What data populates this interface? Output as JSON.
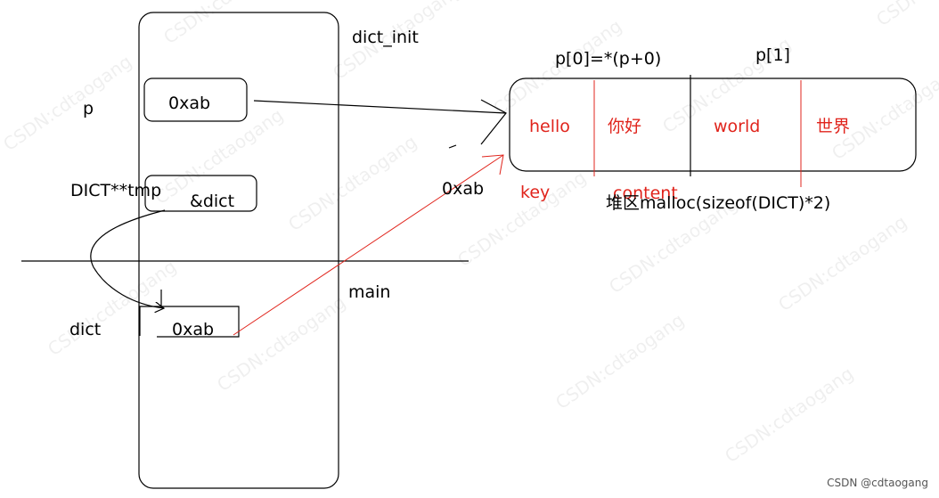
{
  "labels": {
    "dict_init": "dict_init",
    "main": "main",
    "p": "p",
    "dict_tmp": "DICT**tmp",
    "dict": "dict",
    "arrow_value": "0xab",
    "p0": "p[0]=*(p+0)",
    "p1": "p[1]",
    "heap": "堆区malloc(sizeof(DICT)*2)"
  },
  "boxes": {
    "p_value": "0xab",
    "tmp_value": "&dict",
    "dict_value": "0xab"
  },
  "heap_cells": {
    "cell1": "hello",
    "cell2": "你好",
    "cell3": "world",
    "cell4": "世界",
    "key_label": "key",
    "content_label": "content"
  },
  "watermark": "CSDN:cdtaogang",
  "footer": "CSDN @cdtaogang",
  "colors": {
    "line": "#000000",
    "red": "#e0241c"
  }
}
